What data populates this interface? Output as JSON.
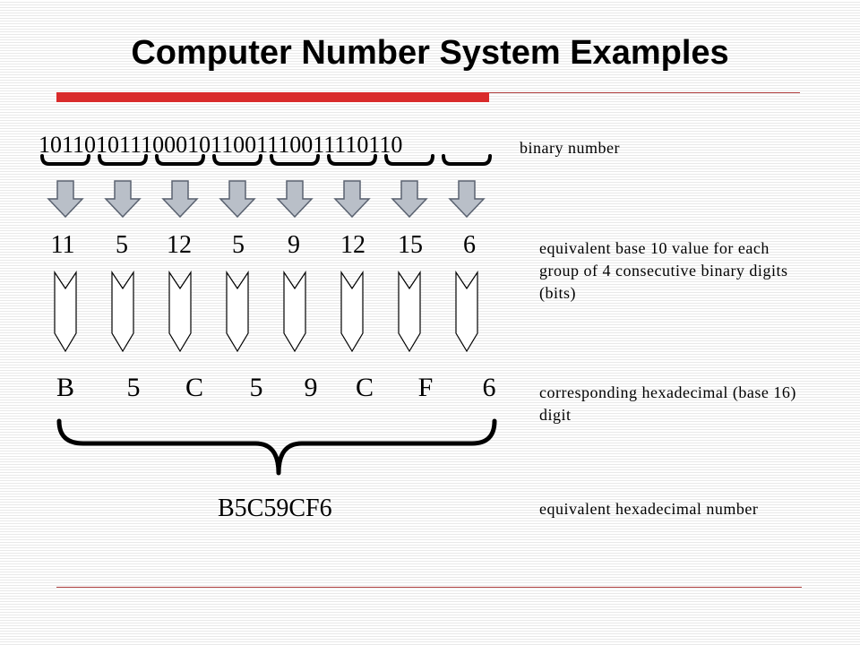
{
  "slide": {
    "title": "Computer Number System Examples",
    "binary_number": "10110101110001011001110011110110",
    "decimal_groups": [
      "11",
      "5",
      "12",
      "5",
      "9",
      "12",
      "15",
      "6"
    ],
    "hex_digits": [
      "B",
      "5",
      "C",
      "5",
      "9",
      "C",
      "F",
      "6"
    ],
    "hex_result": "B5C59CF6",
    "descriptions": {
      "binary": "binary number",
      "decimal": "equivalent base 10 value for each group of 4 consecutive binary digits (bits)",
      "hex_digit": "corresponding hexadecimal (base 16) digit",
      "hex_number": "equivalent hexadecimal number"
    }
  },
  "colors": {
    "accent_bar": "#d92b2b",
    "arrow_fill": "#b9bfc8",
    "arrow_stroke": "#5a6270"
  }
}
